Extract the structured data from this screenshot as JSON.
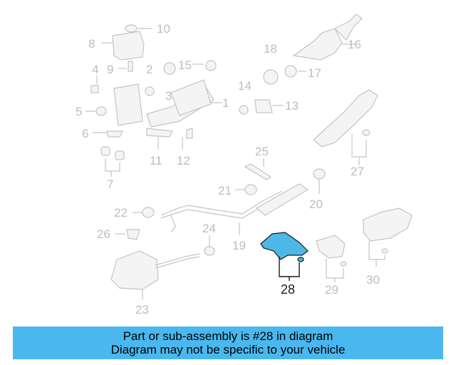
{
  "callouts": [
    "10",
    "8",
    "16",
    "18",
    "4",
    "9",
    "2",
    "15",
    "17",
    "3",
    "14",
    "13",
    "1",
    "5",
    "6",
    "11",
    "12",
    "25",
    "27",
    "21",
    "20",
    "22",
    "24",
    "26",
    "19",
    "28",
    "29",
    "30",
    "7",
    "23"
  ],
  "highlighted_part": "28",
  "banner": {
    "line1": "Part or sub-assembly is #28 in diagram",
    "line2": "Diagram may not be specific to your vehicle"
  },
  "colors": {
    "highlight": "#4db8e8",
    "banner": "#4ab8ee",
    "inactive": "#bdbdbd"
  }
}
